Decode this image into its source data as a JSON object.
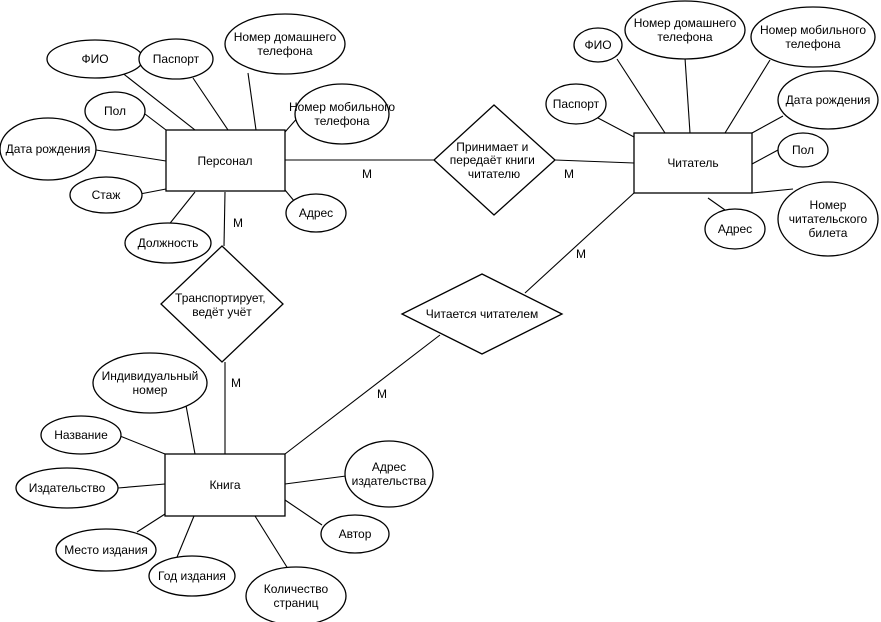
{
  "entities": {
    "personal": "Персонал",
    "reader": "Читатель",
    "book": "Книга"
  },
  "relationships": {
    "gives_books": [
      "Принимает и",
      "передаёт книги",
      "читателю"
    ],
    "transports": [
      "Транспортирует,",
      "ведёт учёт"
    ],
    "read_by": [
      "Читается читателем"
    ]
  },
  "cardinalities": {
    "personal_gives": "M",
    "gives_reader": "M",
    "personal_transports": "M",
    "transports_book": "M",
    "reader_readby": "M",
    "readby_book": "M"
  },
  "attributes": {
    "personal": {
      "fio": [
        "ФИО"
      ],
      "passport": [
        "Паспорт"
      ],
      "home_phone": [
        "Номер домашнего",
        "телефона"
      ],
      "mobile_phone": [
        "Номер мобильного",
        "телефона"
      ],
      "gender": [
        "Пол"
      ],
      "birth_date": [
        "Дата рождения"
      ],
      "experience": [
        "Стаж"
      ],
      "position": [
        "Должность"
      ],
      "address": [
        "Адрес"
      ]
    },
    "reader": {
      "fio": [
        "ФИО"
      ],
      "home_phone": [
        "Номер домашнего",
        "телефона"
      ],
      "mobile_phone": [
        "Номер мобильного",
        "телефона"
      ],
      "passport": [
        "Паспорт"
      ],
      "birth_date": [
        "Дата рождения"
      ],
      "gender": [
        "Пол"
      ],
      "ticket_number": [
        "Номер",
        "читательского",
        "билета"
      ],
      "address": [
        "Адрес"
      ]
    },
    "book": {
      "individual_number": [
        "Индивидуальный",
        "номер"
      ],
      "title": [
        "Название"
      ],
      "publisher": [
        "Издательство"
      ],
      "place": [
        "Место издания"
      ],
      "year": [
        "Год издания"
      ],
      "pages": [
        "Количество",
        "страниц"
      ],
      "author": [
        "Автор"
      ],
      "publisher_address": [
        "Адрес",
        "издательства"
      ]
    }
  }
}
